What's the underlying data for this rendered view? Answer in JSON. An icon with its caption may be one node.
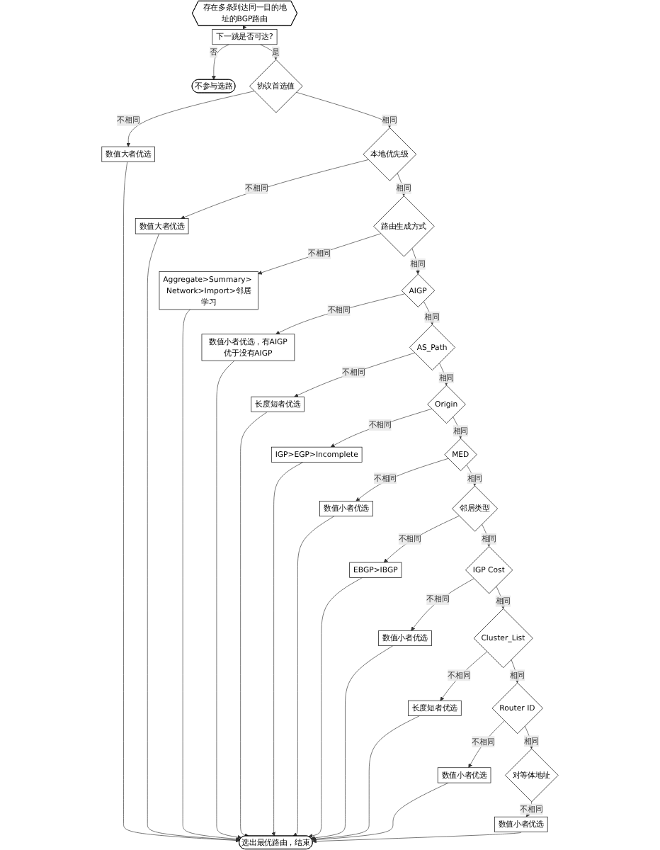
{
  "diagram": {
    "nodes": [
      {
        "text": [
          "存在多条到达同一目的地址的BGP路由"
        ]
      },
      {
        "text": [
          "下一跳是否可达?"
        ]
      },
      {
        "text": [
          "不参与选路"
        ]
      },
      {
        "text": [
          "协议首选值"
        ]
      },
      {
        "text": [
          "数值大者优选"
        ]
      },
      {
        "text": [
          "本地优先级"
        ]
      },
      {
        "text": [
          "数值大者优选"
        ]
      },
      {
        "text": [
          "路由生成方式"
        ]
      },
      {
        "text": [
          "Aggregate>Summary> Network>Import>邻居学习"
        ]
      },
      {
        "text": [
          "AIGP"
        ]
      },
      {
        "text": [
          "数值小者优选，有AIGP优于没有AIGP"
        ]
      },
      {
        "text": [
          "AS_Path"
        ]
      },
      {
        "text": [
          "长度短者优选"
        ]
      },
      {
        "text": [
          "Origin"
        ]
      },
      {
        "text": [
          "IGP>EGP>Incomplete"
        ]
      },
      {
        "text": [
          "MED"
        ]
      },
      {
        "text": [
          "数值小者优选"
        ]
      },
      {
        "text": [
          "邻居类型"
        ]
      },
      {
        "text": [
          "EBGP>IBGP"
        ]
      },
      {
        "text": [
          "IGP Cost"
        ]
      },
      {
        "text": [
          "数值小者优选"
        ]
      },
      {
        "text": [
          "Cluster_List"
        ]
      },
      {
        "text": [
          "长度短者优选"
        ]
      },
      {
        "text": [
          "Router ID"
        ]
      },
      {
        "text": [
          "数值小者优选"
        ]
      },
      {
        "text": [
          "对等体地址"
        ]
      },
      {
        "text": [
          "数值小者优选"
        ]
      },
      {
        "text": [
          "选出最优路由，结束"
        ]
      }
    ],
    "edges": [
      {
        "from": 0,
        "to": 1,
        "arrow": "to"
      },
      {
        "from": 1,
        "to": 2,
        "label": "否",
        "arrow": "to"
      },
      {
        "from": 1,
        "to": 3,
        "label": "是",
        "arrow": "to"
      },
      {
        "from": 3,
        "to": 4,
        "label": "不相同",
        "arrow": "to"
      },
      {
        "from": 3,
        "to": 5,
        "label": "相同",
        "arrow": "to"
      },
      {
        "from": 5,
        "to": 6,
        "label": "不相同",
        "arrow": "to"
      },
      {
        "from": 5,
        "to": 7,
        "label": "相同",
        "arrow": "to"
      },
      {
        "from": 7,
        "to": 8,
        "label": "不相同",
        "arrow": "to"
      },
      {
        "from": 7,
        "to": 9,
        "label": "相同",
        "arrow": "to"
      },
      {
        "from": 9,
        "to": 10,
        "label": "不相同",
        "arrow": "to"
      },
      {
        "from": 9,
        "to": 11,
        "label": "相同",
        "arrow": "to"
      },
      {
        "from": 11,
        "to": 12,
        "label": "不相同",
        "arrow": "to"
      },
      {
        "from": 11,
        "to": 13,
        "label": "相同",
        "arrow": "to"
      },
      {
        "from": 13,
        "to": 14,
        "label": "不相同",
        "arrow": "to"
      },
      {
        "from": 13,
        "to": 15,
        "label": "相同",
        "arrow": "to"
      },
      {
        "from": 15,
        "to": 16,
        "label": "不相同",
        "arrow": "to"
      },
      {
        "from": 15,
        "to": 17,
        "label": "相同",
        "arrow": "to"
      },
      {
        "from": 17,
        "to": 18,
        "label": "不相同",
        "arrow": "to"
      },
      {
        "from": 17,
        "to": 19,
        "label": "相同",
        "arrow": "to"
      },
      {
        "from": 19,
        "to": 20,
        "label": "不相同",
        "arrow": "to"
      },
      {
        "from": 19,
        "to": 21,
        "label": "相同",
        "arrow": "to"
      },
      {
        "from": 21,
        "to": 22,
        "label": "不相同",
        "arrow": "to"
      },
      {
        "from": 21,
        "to": 23,
        "label": "相同",
        "arrow": "to"
      },
      {
        "from": 23,
        "to": 24,
        "label": "不相同",
        "arrow": "to"
      },
      {
        "from": 23,
        "to": 25,
        "label": "相同",
        "arrow": "to"
      },
      {
        "from": 25,
        "to": 26,
        "label": "不相同",
        "arrow": "to"
      },
      {
        "from": 4,
        "to": 27,
        "arrow": "to"
      },
      {
        "from": 6,
        "to": 27,
        "arrow": "to"
      },
      {
        "from": 8,
        "to": 27,
        "arrow": "to"
      },
      {
        "from": 10,
        "to": 27,
        "arrow": "to"
      },
      {
        "from": 12,
        "to": 27,
        "arrow": "to"
      },
      {
        "from": 14,
        "to": 27,
        "arrow": "to"
      },
      {
        "from": 16,
        "to": 27,
        "arrow": "to"
      },
      {
        "from": 18,
        "to": 27,
        "arrow": "to"
      },
      {
        "from": 20,
        "to": 27,
        "arrow": "to"
      },
      {
        "from": 22,
        "to": 27,
        "arrow": "to"
      },
      {
        "from": 24,
        "to": 27,
        "arrow": "to"
      },
      {
        "from": 26,
        "to": 27,
        "arrow": "to"
      }
    ]
  }
}
